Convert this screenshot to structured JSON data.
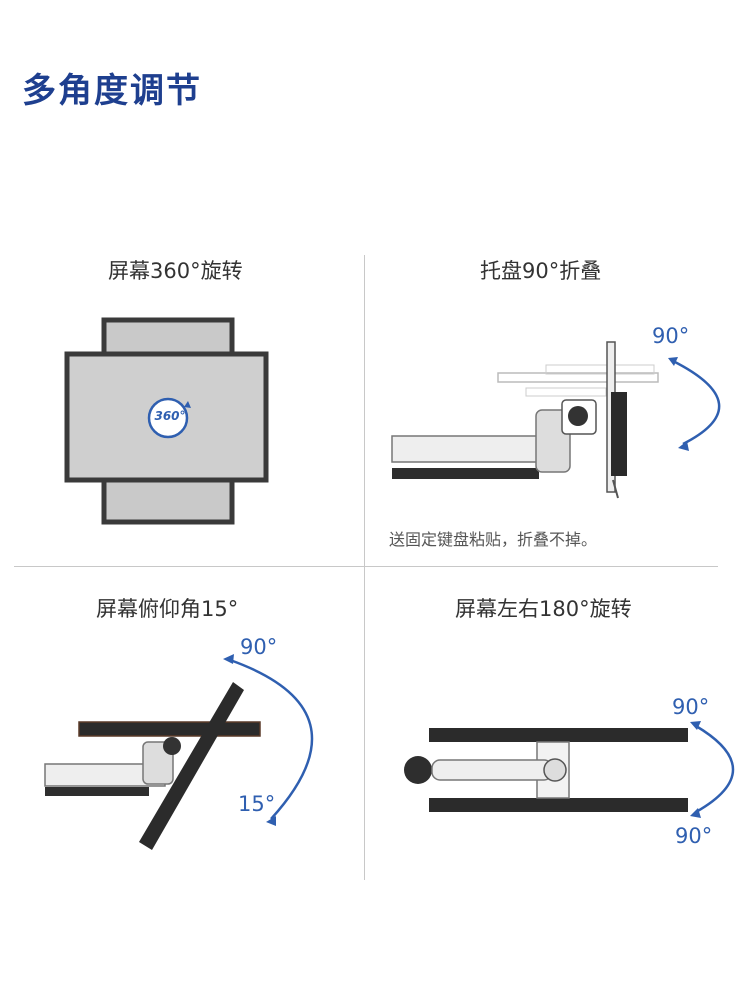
{
  "page": {
    "title": "多角度调节"
  },
  "panels": [
    {
      "caption": "屏幕360°旋转",
      "badge": "360°"
    },
    {
      "caption": "托盘90°折叠",
      "angle": "90°",
      "note": "送固定键盘粘贴，折叠不掉。"
    },
    {
      "caption": "屏幕俯仰角15°",
      "angle_top": "90°",
      "angle_bottom": "15°"
    },
    {
      "caption": "屏幕左右180°旋转",
      "angle_top": "90°",
      "angle_bottom": "90°"
    }
  ],
  "colors": {
    "title": "#1e3f8f",
    "arrow": "#2f5fb0",
    "screen_frame": "#3a3a3a",
    "screen_fill": "#c9c9c9",
    "arm": "#d9d9d9"
  }
}
